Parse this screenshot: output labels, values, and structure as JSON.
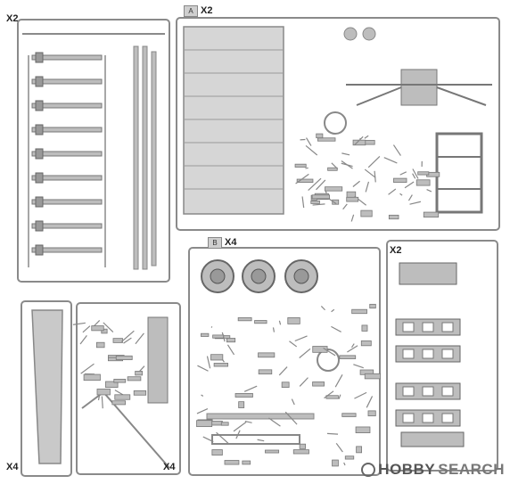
{
  "sprues": [
    {
      "id": "sprue-top-left",
      "letter": "",
      "multiplier": "X2"
    },
    {
      "id": "sprue-a",
      "letter": "A",
      "multiplier": "X2"
    },
    {
      "id": "sprue-b",
      "letter": "B",
      "multiplier": "X4"
    },
    {
      "id": "sprue-right",
      "letter": "",
      "multiplier": "X2"
    },
    {
      "id": "sprue-bottom-left",
      "letter": "",
      "multiplier": "X4"
    },
    {
      "id": "sprue-bottom-mid",
      "letter": "",
      "multiplier": "X4"
    }
  ],
  "watermark": {
    "prefix": "HOBBY",
    "suffix": "SEARCH"
  },
  "colors": {
    "sprue": "#d3d3d3",
    "sprue_edge": "#8a8a8a",
    "part": "#bdbdbd",
    "part_dark": "#9a9a9a"
  }
}
